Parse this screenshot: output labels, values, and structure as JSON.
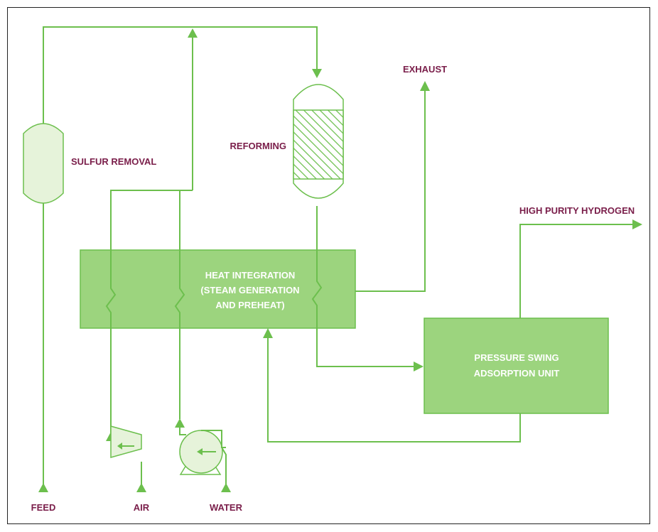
{
  "labels": {
    "feed": "FEED",
    "air": "AIR",
    "water": "WATER",
    "sulfur_removal": "SULFUR REMOVAL",
    "reforming": "REFORMING",
    "exhaust": "EXHAUST",
    "high_purity_hydrogen": "HIGH PURITY HYDROGEN",
    "heat_integration": [
      "HEAT INTEGRATION",
      "(STEAM GENERATION",
      "AND PREHEAT)"
    ],
    "psa": [
      "PRESSURE SWING",
      "ADSORPTION UNIT"
    ]
  },
  "colors": {
    "line": "#6cbf4d",
    "box_fill": "#9cd47e",
    "box_stroke": "#6cbf4d",
    "vessel_fill": "#e6f3da",
    "label": "#7a1e4a"
  }
}
